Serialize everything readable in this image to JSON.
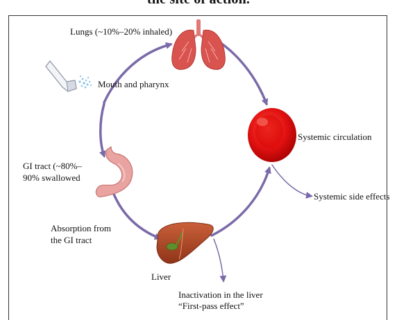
{
  "title": "the site of action.",
  "labels": {
    "lungs": "Lungs (~10%–20% inhaled)",
    "mouth": "Mouth and pharynx",
    "systemic": "Systemic circulation",
    "side_effects": "Systemic side effects",
    "gi_tract_line1": "GI tract (~80%–",
    "gi_tract_line2": "90% swallowed",
    "absorption_line1": "Absorption from",
    "absorption_line2": "the GI tract",
    "liver": "Liver",
    "inactivation_line1": "Inactivation in the liver",
    "inactivation_line2": "“First-pass effect”"
  },
  "colors": {
    "arrow": "#7a6aa8",
    "lungs": "#d9534f",
    "blood_cell": "#e01010",
    "stomach": "#e9a3a0",
    "liver": "#b84a2a",
    "gallbladder": "#5f8f2c"
  },
  "icons": [
    "inhaler-icon",
    "lungs-icon",
    "blood-cell-icon",
    "stomach-icon",
    "liver-icon"
  ]
}
